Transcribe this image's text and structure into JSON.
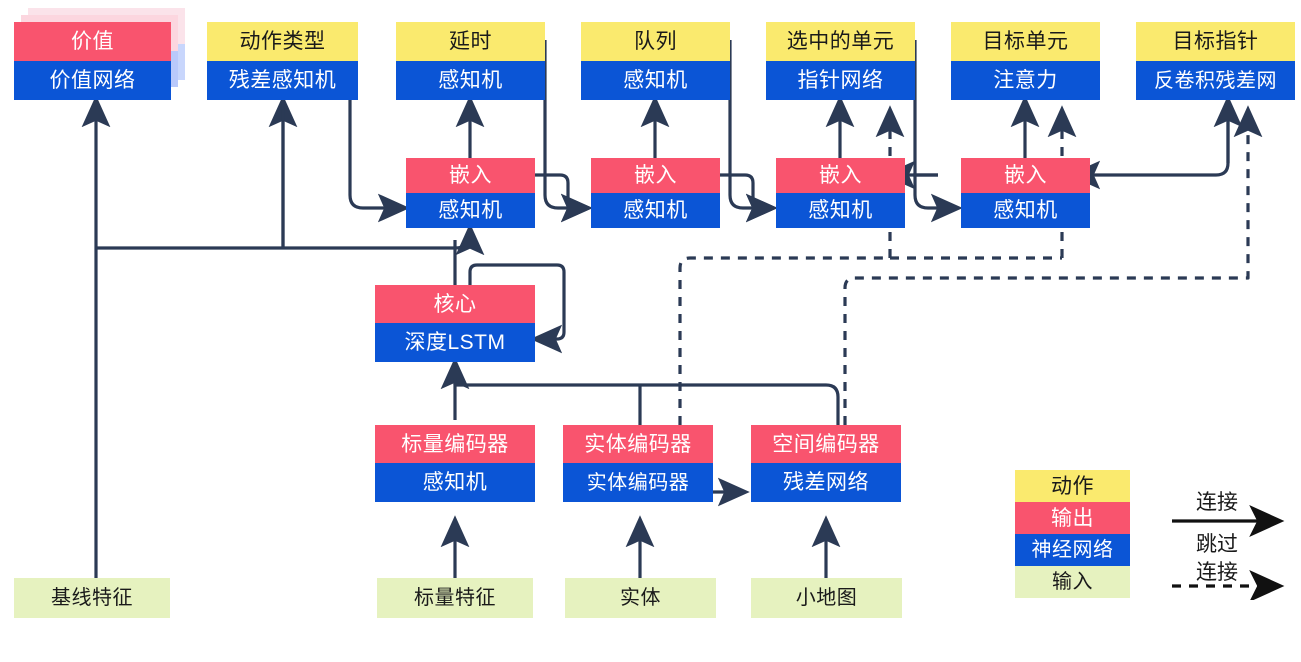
{
  "diagram": {
    "title": "AlphaStar-style network architecture diagram (Chinese labels)",
    "colors": {
      "action": "#FAEA6E",
      "output": "#F9546E",
      "neural_network": "#0B55D6",
      "input": "#E6F2BF",
      "wire": "#2B3A55"
    }
  },
  "nodes": {
    "value": {
      "top": "价值",
      "bottom": "价值网络",
      "top_kind": "output",
      "bottom_kind": "nn"
    },
    "action_type": {
      "top": "动作类型",
      "bottom": "残差感知机",
      "top_kind": "action",
      "bottom_kind": "nn"
    },
    "delay": {
      "top": "延时",
      "bottom": "感知机",
      "top_kind": "action",
      "bottom_kind": "nn"
    },
    "queue": {
      "top": "队列",
      "bottom": "感知机",
      "top_kind": "action",
      "bottom_kind": "nn"
    },
    "selected_units": {
      "top": "选中的单元",
      "bottom": "指针网络",
      "top_kind": "action",
      "bottom_kind": "nn"
    },
    "target_unit": {
      "top": "目标单元",
      "bottom": "注意力",
      "top_kind": "action",
      "bottom_kind": "nn"
    },
    "target_point": {
      "top": "目标指针",
      "bottom": "反卷积残差网",
      "top_kind": "action",
      "bottom_kind": "nn"
    },
    "embed1": {
      "top": "嵌入",
      "bottom": "感知机",
      "top_kind": "output",
      "bottom_kind": "nn"
    },
    "embed2": {
      "top": "嵌入",
      "bottom": "感知机",
      "top_kind": "output",
      "bottom_kind": "nn"
    },
    "embed3": {
      "top": "嵌入",
      "bottom": "感知机",
      "top_kind": "output",
      "bottom_kind": "nn"
    },
    "embed4": {
      "top": "嵌入",
      "bottom": "感知机",
      "top_kind": "output",
      "bottom_kind": "nn"
    },
    "core": {
      "top": "核心",
      "bottom": "深度LSTM",
      "top_kind": "output",
      "bottom_kind": "nn"
    },
    "scalar_encoder": {
      "top": "标量编码器",
      "bottom": "感知机",
      "top_kind": "output",
      "bottom_kind": "nn"
    },
    "entity_encoder": {
      "top": "实体编码器",
      "bottom": "实体编码器",
      "top_kind": "output",
      "bottom_kind": "nn"
    },
    "spatial_encoder": {
      "top": "空间编码器",
      "bottom": "残差网络",
      "top_kind": "output",
      "bottom_kind": "nn"
    },
    "baseline_features": {
      "label": "基线特征"
    },
    "scalar_features": {
      "label": "标量特征"
    },
    "entities": {
      "label": "实体"
    },
    "minimap": {
      "label": "小地图"
    }
  },
  "legend": {
    "swatches": [
      {
        "label": "动作",
        "kind": "action"
      },
      {
        "label": "输出",
        "kind": "output"
      },
      {
        "label": "神经网络",
        "kind": "nn"
      },
      {
        "label": "输入",
        "kind": "input"
      }
    ],
    "connection_label": "连接",
    "skip_label_line1": "跳过",
    "skip_label_line2": "连接"
  }
}
